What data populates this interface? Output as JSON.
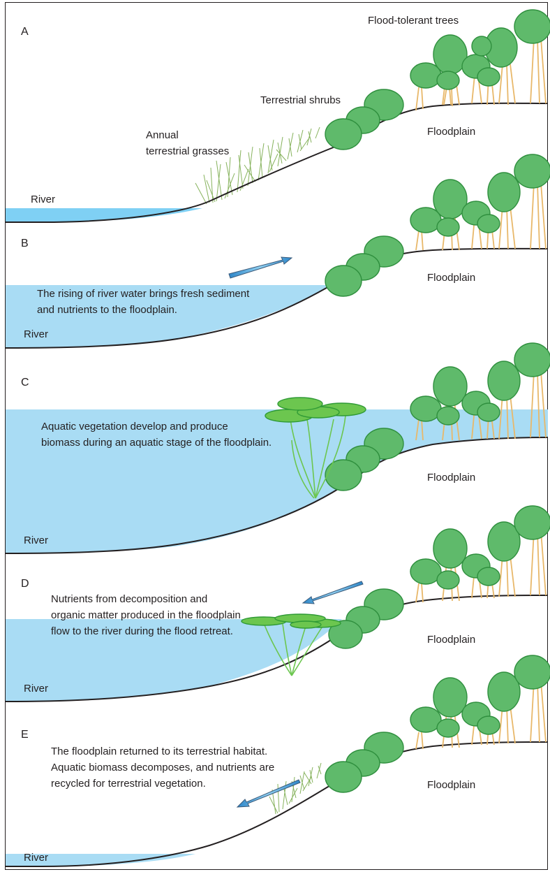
{
  "colors": {
    "water": "#a9dcf4",
    "water_deep": "#6cc4ec",
    "ground": "#231f20",
    "tree_fill": "#5fba6b",
    "tree_stroke": "#2f8f3e",
    "trunk": "#e8b86a",
    "grass": "#7fae5a",
    "lily_fill": "#6cc64f",
    "lily_stroke": "#2f9a35",
    "arrow_fill": "#3f9fd8",
    "arrow_stroke": "#3b5b7a",
    "border": "#231f20"
  },
  "panels": [
    {
      "letter": "A",
      "labels": {
        "trees": "Flood-tolerant trees",
        "shrubs": "Terrestrial shrubs",
        "grasses_line1": "Annual",
        "grasses_line2": "terrestrial grasses",
        "floodplain": "Floodplain",
        "river": "River"
      }
    },
    {
      "letter": "B",
      "text": [
        "The rising of river water brings fresh sediment",
        "and nutrients to the floodplain."
      ],
      "floodplain": "Floodplain",
      "river": "River"
    },
    {
      "letter": "C",
      "text": [
        "Aquatic vegetation develop and produce",
        "biomass during an aquatic stage of the floodplain."
      ],
      "floodplain": "Floodplain",
      "river": "River"
    },
    {
      "letter": "D",
      "text": [
        "Nutrients from decomposition and",
        "organic matter produced in the floodplain",
        "flow to the river during the flood retreat."
      ],
      "floodplain": "Floodplain",
      "river": "River"
    },
    {
      "letter": "E",
      "text": [
        "The floodplain returned to its terrestrial habitat.",
        "Aquatic biomass decomposes, and nutrients are",
        "recycled for terrestrial vegetation."
      ],
      "floodplain": "Floodplain",
      "river": "River"
    }
  ]
}
